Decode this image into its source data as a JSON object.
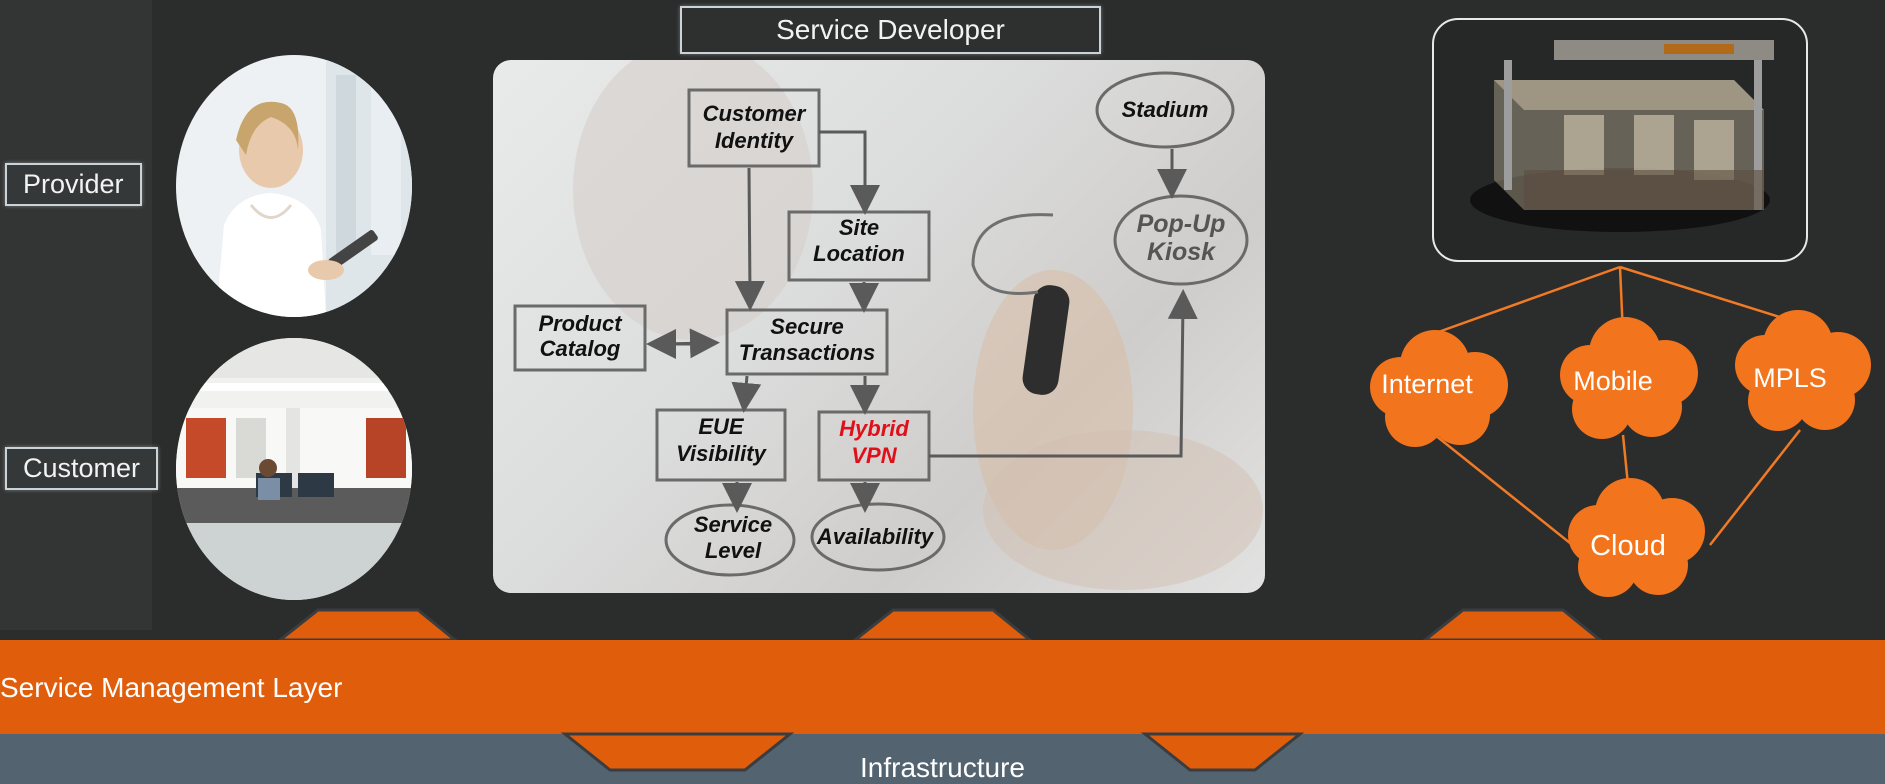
{
  "roles": {
    "provider": "Provider",
    "customer": "Customer",
    "developer": "Service Developer"
  },
  "flowchart": {
    "customer_identity": [
      "Customer",
      "Identity"
    ],
    "site_location": [
      "Site",
      "Location"
    ],
    "product_catalog": [
      "Product",
      "Catalog"
    ],
    "secure_transactions": [
      "Secure",
      "Transactions"
    ],
    "eue_visibility": [
      "EUE",
      "Visibility"
    ],
    "hybrid_vpn": [
      "Hybrid",
      "VPN"
    ],
    "service_level": [
      "Service",
      "Level"
    ],
    "availability": "Availability",
    "stadium": "Stadium",
    "popup_kiosk": [
      "Pop-Up",
      "Kiosk"
    ]
  },
  "network": {
    "internet": "Internet",
    "mobile": "Mobile",
    "mpls": "MPLS",
    "cloud": "Cloud"
  },
  "layers": {
    "service_management": "Service Management Layer",
    "infrastructure": "Infrastructure"
  },
  "colors": {
    "orange": "#e05d0c",
    "cloud_orange": "#f2741c",
    "infra_gray": "#536470",
    "background": "#2b2c2c",
    "hybrid_vpn_red": "#e0101a"
  }
}
